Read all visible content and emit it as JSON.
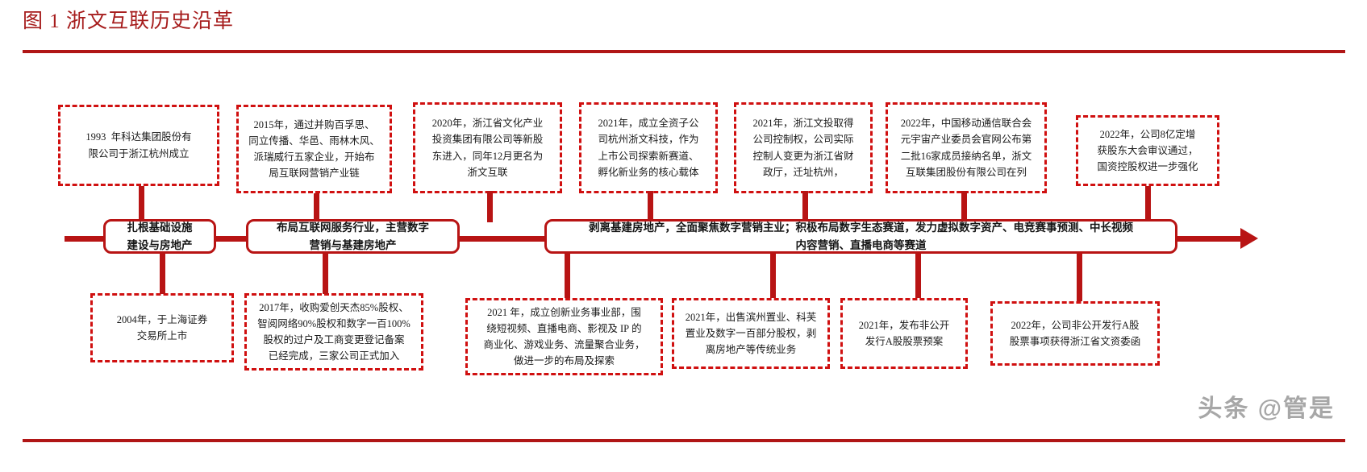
{
  "figure": {
    "title": "图 1 浙文互联历史沿革",
    "accent_color": "#b81414",
    "title_color": "#a61c1c",
    "dash_color": "#d01010",
    "watermark": "头条 @管是"
  },
  "phases": [
    {
      "id": "phase-1",
      "label": "扎根基础设施建设与房地产",
      "lines": [
        "扎根基础设施",
        "建设与房地产"
      ]
    },
    {
      "id": "phase-2",
      "label": "布局互联网服务行业，主营数字营销与基建房地产",
      "lines": [
        "布局互联网服务行业，主营数字",
        "营销与基建房地产"
      ]
    },
    {
      "id": "phase-3",
      "label": "剥离基建房地产，全面聚焦数字营销主业；积极布局数字生态赛道，发力虚拟数字资产、电竞赛事预测、中长视频内容营销、直播电商等赛道",
      "lines": [
        "剥离基建房地产，全面聚焦数字营销主业；积极布局数字生态赛道，发力虚拟数字资产、电竞赛事预测、中长视频",
        "内容营销、直播电商等赛道"
      ]
    }
  ],
  "events_top": [
    {
      "id": "event-1993",
      "year": "1993",
      "text": "1993 年科达集团股份有限公司于浙江杭州成立",
      "lines": [
        "1993  年科达集团股份有",
        "限公司于浙江杭州成立"
      ]
    },
    {
      "id": "event-2015",
      "year": "2015",
      "text": "2015年，通过并购百孚思、同立传播、华邑、雨林木风、派瑞威行五家企业，开始布局互联网营销产业链",
      "lines": [
        "2015年，通过并购百孚思、",
        "同立传播、华邑、雨林木风、",
        "派瑞威行五家企业，开始布",
        "局互联网营销产业链"
      ]
    },
    {
      "id": "event-2020",
      "year": "2020",
      "text": "2020年，浙江省文化产业投资集团有限公司等新股东进入，同年12月更名为浙文互联",
      "lines": [
        "2020年，浙江省文化产业",
        "投资集团有限公司等新股",
        "东进入，同年12月更名为",
        "浙文互联"
      ]
    },
    {
      "id": "event-2021-subsidiary",
      "year": "2021",
      "text": "2021年，成立全资子公司杭州浙文科技，作为上市公司探索新赛道、孵化新业务的核心载体",
      "lines": [
        "2021年，成立全资子公",
        "司杭州浙文科技，作为",
        "上市公司探索新赛道、",
        "孵化新业务的核心载体"
      ]
    },
    {
      "id": "event-2021-control",
      "year": "2021",
      "text": "2021年，浙江文投取得公司控制权，公司实际控制人变更为浙江省财政厅，迁址杭州，",
      "lines": [
        "2021年，浙江文投取得",
        "公司控制权，公司实际",
        "控制人变更为浙江省财",
        "政厅，迁址杭州，"
      ]
    },
    {
      "id": "event-2022-metaverse",
      "year": "2022",
      "text": "2022年，中国移动通信联合会元宇宙产业委员会官网公布第二批16家成员接纳名单，浙文互联集团股份有限公司在列",
      "lines": [
        "2022年，中国移动通信联合会",
        "元宇宙产业委员会官网公布第",
        "二批16家成员接纳名单，浙文",
        "互联集团股份有限公司在列"
      ]
    },
    {
      "id": "event-2022-placement",
      "year": "2022",
      "text": "2022年，公司8亿定增获股东大会审议通过，国资控股权进一步强化",
      "lines": [
        "2022年，公司8亿定增",
        "获股东大会审议通过，",
        "国资控股权进一步强化"
      ]
    }
  ],
  "events_bottom": [
    {
      "id": "event-2004",
      "year": "2004",
      "text": "2004年，于上海证券交易所上市",
      "lines": [
        "2004年，于上海证券",
        "交易所上市"
      ]
    },
    {
      "id": "event-2017",
      "year": "2017",
      "text": "2017年，收购爱创天杰85%股权、智阅网络90%股权和数字一百100%股权的过户及工商变更登记备案已经完成，三家公司正式加入",
      "lines": [
        "2017年，收购爱创天杰85%股权、",
        "智阅网络90%股权和数字一百100%",
        "股权的过户及工商变更登记备案",
        "已经完成，三家公司正式加入"
      ]
    },
    {
      "id": "event-2021-innovation",
      "year": "2021",
      "text": "2021 年，成立创新业务事业部，围绕短视频、直播电商、影视及 IP 的商业化、游戏业务、流量聚合业务，做进一步的布局及探索",
      "lines": [
        "2021 年，成立创新业务事业部，围",
        "绕短视频、直播电商、影视及 IP 的",
        "商业化、游戏业务、流量聚合业务，",
        "做进一步的布局及探索"
      ]
    },
    {
      "id": "event-2021-divest",
      "year": "2021",
      "text": "2021年，出售滨州置业、科芙置业及数字一百部分股权，剥离房地产等传统业务",
      "lines": [
        "2021年，出售滨州置业、科芙",
        "置业及数字一百部分股权，剥",
        "离房地产等传统业务"
      ]
    },
    {
      "id": "event-2021-private",
      "year": "2021",
      "text": "2021年，发布非公开发行A股股票预案",
      "lines": [
        "2021年，发布非公开",
        "发行A股股票预案"
      ]
    },
    {
      "id": "event-2022-approval",
      "year": "2022",
      "text": "2022年，公司非公开发行A股股票事项获得浙江省文资委函",
      "lines": [
        "2022年，公司非公开发行A股",
        "股票事项获得浙江省文资委函"
      ]
    }
  ]
}
